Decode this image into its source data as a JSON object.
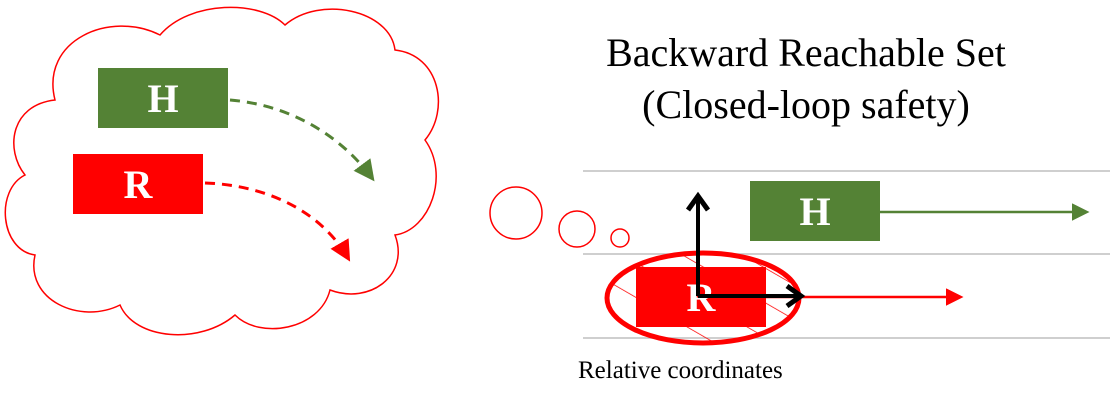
{
  "diagram": {
    "title_line1": "Backward Reachable Set",
    "title_line2": "(Closed-loop safety)",
    "caption": "Relative coordinates",
    "labels": {
      "human": "H",
      "robot": "R"
    },
    "colors": {
      "human": "#548235",
      "robot": "#ff0000",
      "outline": "#ff0000",
      "lane": "#bfbfbf",
      "arrow": "#000000",
      "text_on_car": "#ffffff"
    }
  }
}
